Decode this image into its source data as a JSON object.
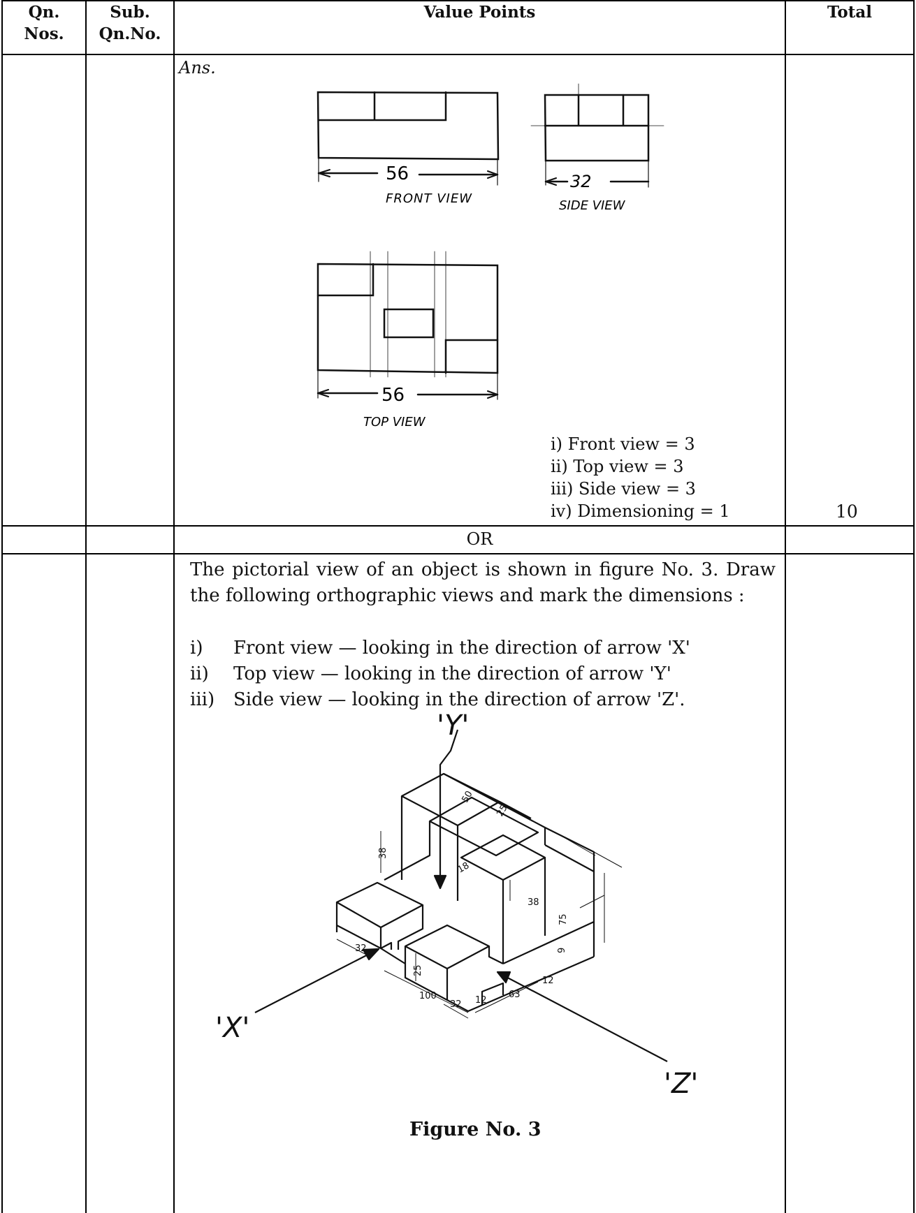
{
  "table": {
    "headers": {
      "qn": [
        "Qn.",
        "Nos."
      ],
      "sub": [
        "Sub.",
        "Qn.No."
      ],
      "value": "Value Points",
      "total": "Total"
    }
  },
  "answer": {
    "label": "Ans.",
    "sketch": {
      "front_dim": "56",
      "front_label": "FRONT VIEW",
      "side_dim": "32",
      "side_label": "SIDE VIEW",
      "top_dim": "56",
      "top_label": "TOP VIEW"
    },
    "marks": [
      "i)  Front view = 3",
      "ii)  Top view = 3",
      "iii) Side view = 3",
      "iv) Dimensioning = 1"
    ],
    "total": "10"
  },
  "or_text": "OR",
  "question": {
    "paragraph": "The pictorial view of an object is shown in figure No. 3. Draw the following orthographic views and mark the dimensions :",
    "items": [
      {
        "num": "i)",
        "text": "Front view — looking in the direction of arrow 'X'"
      },
      {
        "num": "ii)",
        "text": "Top view — looking in the direction of arrow 'Y'"
      },
      {
        "num": "iii)",
        "text": "Side view — looking in the direction of arrow 'Z'."
      }
    ],
    "figure": {
      "arrow_x": "'X'",
      "arrow_y": "'Y'",
      "arrow_z": "'Z'",
      "dims": {
        "d50": "50",
        "d25_top": "25",
        "d38_left": "38",
        "d18": "18",
        "d38_right": "38",
        "d75": "75",
        "d9": "9",
        "d32_left": "32",
        "d100": "100",
        "d25_mid": "25",
        "d32_bottom": "32",
        "d12_a": "12",
        "d63": "63",
        "d12_b": "12"
      }
    },
    "caption": "Figure No. 3"
  }
}
